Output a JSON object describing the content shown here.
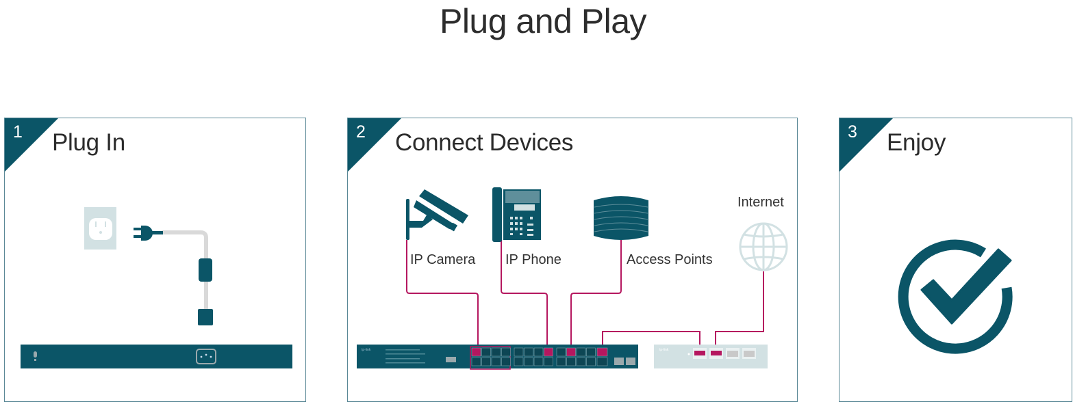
{
  "page": {
    "title": "Plug and Play"
  },
  "colors": {
    "primary": "#0b5567",
    "cable": "#b5175f",
    "light": "#d2e1e3",
    "border": "#5a8896"
  },
  "steps": [
    {
      "number": "1",
      "title": "Plug In",
      "icons": [
        "power-outlet-icon",
        "power-plug-icon",
        "power-cable-icon",
        "switch-rear-panel",
        "power-inlet-icon"
      ]
    },
    {
      "number": "2",
      "title": "Connect Devices",
      "devices": [
        {
          "label": "IP Camera",
          "icon": "ip-camera-icon"
        },
        {
          "label": "IP Phone",
          "icon": "ip-phone-icon"
        },
        {
          "label": "Access Points",
          "icon": "access-point-icon"
        },
        {
          "label": "Internet",
          "icon": "globe-icon"
        }
      ],
      "switch": {
        "icon": "poe-switch-icon"
      },
      "router": {
        "icon": "router-icon"
      }
    },
    {
      "number": "3",
      "title": "Enjoy",
      "icon": "check-circle-icon"
    }
  ]
}
